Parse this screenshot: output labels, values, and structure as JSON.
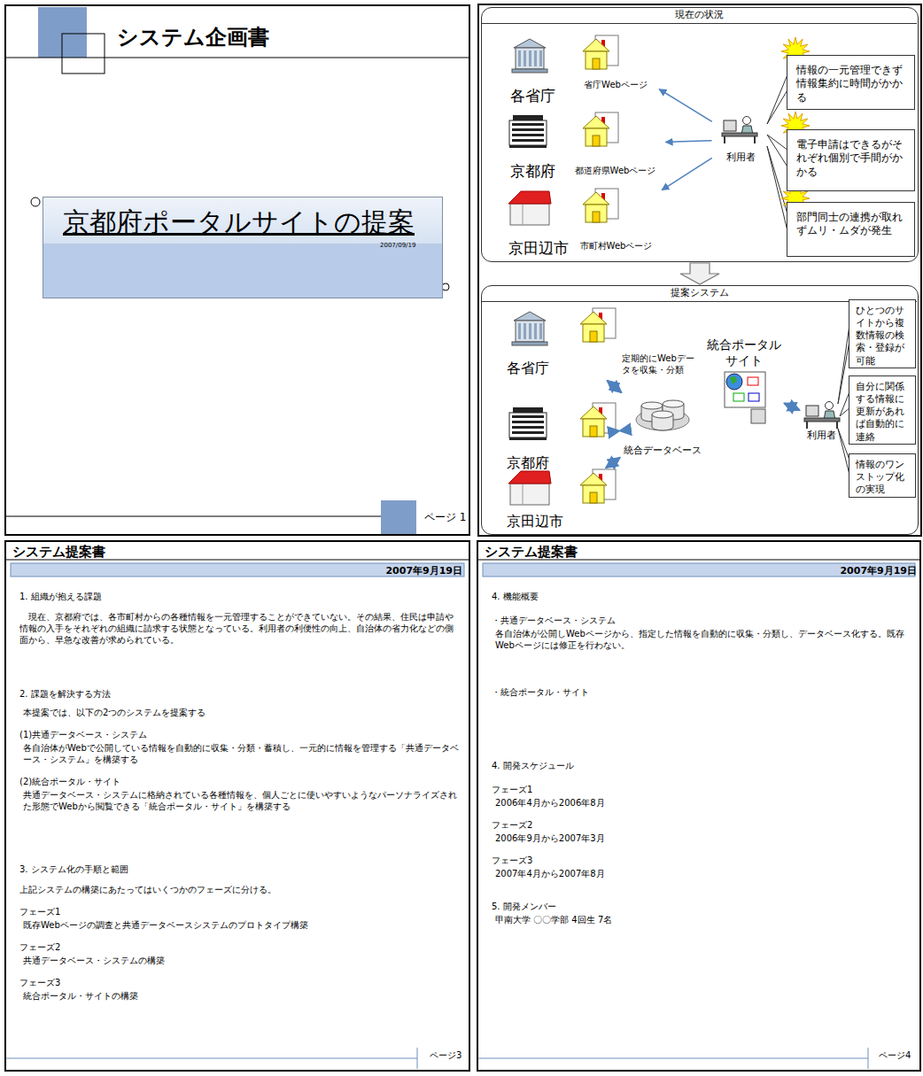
{
  "diagram": {
    "nodes": [
      {
        "text": [
          "システム企画書",
          "ページ 1"
        ]
      },
      {
        "text": [
          "京都府ポータルサイトの提案",
          "2007/09/19"
        ],
        "in": 0
      },
      {
        "text": [
          "現在の状況"
        ]
      },
      {
        "text": [
          "各省庁"
        ],
        "in": 2
      },
      {
        "text": [
          "省庁Webページ"
        ],
        "in": 2
      },
      {
        "text": [
          "京都府"
        ],
        "in": 2
      },
      {
        "text": [
          "都道府県Webページ"
        ],
        "in": 2
      },
      {
        "text": [
          "京田辺市"
        ],
        "in": 2
      },
      {
        "text": [
          "市町村Webページ"
        ],
        "in": 2
      },
      {
        "text": [
          "利用者"
        ],
        "in": 2
      },
      {
        "text": [
          "情報の一元管理できず情報集約に時間がかかる"
        ],
        "in": 2
      },
      {
        "text": [
          "電子申請はできるがそれぞれ個別で手間がかかる"
        ],
        "in": 2
      },
      {
        "text": [
          "部門同士の連携が取れずムリ・ムダが発生"
        ],
        "in": 2
      },
      {
        "text": [
          "提案システム"
        ]
      },
      {
        "text": [
          "各省庁"
        ],
        "in": 13
      },
      {
        "text": [
          "京都府"
        ],
        "in": 13
      },
      {
        "text": [
          "京田辺市"
        ],
        "in": 13
      },
      {
        "text": [
          "統合データベース"
        ],
        "in": 13
      },
      {
        "text": [
          "統合ポータルサイト"
        ],
        "in": 13
      },
      {
        "text": [
          "利用者"
        ],
        "in": 13
      },
      {
        "text": [
          "ひとつのサイトから複数情報の検索・登録が可能"
        ],
        "in": 13
      },
      {
        "text": [
          "自分に関係する情報に更新があれば自動的に連絡"
        ],
        "in": 13
      },
      {
        "text": [
          "情報のワンストップ化の実現"
        ],
        "in": 13
      },
      {
        "text": [
          "システム提案書",
          "2007年9月19日",
          "1. 組織が抱える課題",
          "現在、京都府では、各市町村からの各種情報を一元管理することができていない。その結果、住民は申請や情報の入手をそれぞれの組織に請求する状態となっている。利用者の利便性の向上、自治体の省力化などの側面から、早急な改善が求められている。",
          "2. 課題を解決する方法",
          "本提案では、以下の2つのシステムを提案する",
          "(1)共通データベース・システム",
          "各自治体がWebで公開している情報を自動的に収集・分類・蓄積し、一元的に情報を管理する「共通データベース・システム」を構築する",
          "(2)統合ポータル・サイト",
          "共通データベース・システムに格納されている各種情報を、個人ごとに使いやすいようなパーソナライズされた形態でWebから閲覧できる「統合ポータル・サイト」を構築する",
          "3. システム化の手順と範囲",
          "上記システムの構築にあたってはいくつかのフェーズに分ける。",
          "フェーズ1",
          "既存Webページの調査と共通データベースシステムのプロトタイプ構築",
          "フェーズ2",
          "共通データベース・システムの構築",
          "フェーズ3",
          "統合ポータル・サイトの構築",
          "ページ3"
        ]
      },
      {
        "text": [
          "システム提案書",
          "2007年9月19日",
          "4. 機能概要",
          "・共通データベース・システム",
          "各自治体が公開しWebページから、指定した情報を自動的に収集・分類し、データベース化する。既存Webページには修正を行わない。",
          "・統合ポータル・サイト",
          "4. 開発スケジュール",
          "フェーズ1",
          "2006年4月から2006年8月",
          "フェーズ2",
          "2006年9月から2007年3月",
          "フェーズ3",
          "2007年4月から2007年8月",
          "5. 開発メンバー",
          "甲南大学 〇〇学部 4回生 7名",
          "ページ4"
        ]
      }
    ],
    "edges": [
      {
        "from": 9,
        "to": 4,
        "arrow": "to"
      },
      {
        "from": 9,
        "to": 6,
        "arrow": "to"
      },
      {
        "from": 9,
        "to": 8,
        "arrow": "to"
      },
      {
        "from": 2,
        "to": 13,
        "arrow": "to"
      },
      {
        "from": 14,
        "to": 17,
        "arrow": "both"
      },
      {
        "from": 15,
        "to": 17,
        "arrow": "both"
      },
      {
        "from": 16,
        "to": 17,
        "arrow": "both"
      },
      {
        "from": 18,
        "to": 19,
        "arrow": "both"
      }
    ],
    "labels": [
      "定期的にWebデータを収集・分類"
    ]
  }
}
